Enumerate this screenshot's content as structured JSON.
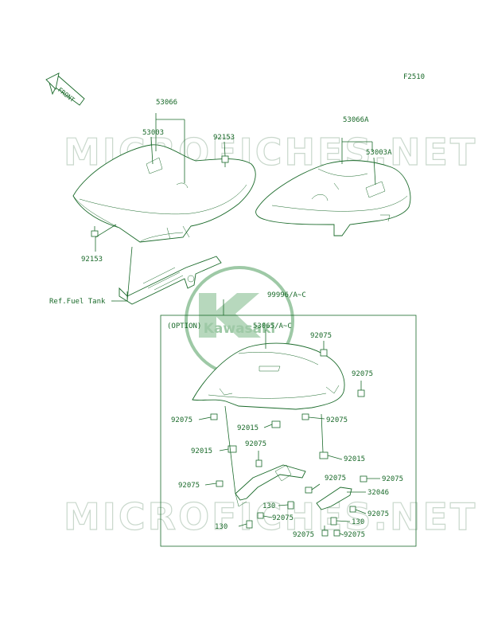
{
  "diagram_code": "F2510",
  "front_label": "FRONT",
  "watermark_text": "MICROFICHES.NET",
  "logo_text": "Kawasaki",
  "option_label": "(OPTION)",
  "colors": {
    "line": "#1a6a2a",
    "watermark": "#c9d8cc",
    "logo": "#9ec9a6"
  },
  "labels": {
    "l53066": "53066",
    "l53003": "53003",
    "l92153a": "92153",
    "l92153b": "92153",
    "l53066A": "53066A",
    "l53003A": "53003A",
    "ref_fuel": "Ref.Fuel Tank",
    "l99996": "99996/A~C",
    "l53065": "53065/A~C",
    "o92075a": "92075",
    "o92075b": "92075",
    "o92075c": "92075",
    "o92075d": "92075",
    "o92015a": "92015",
    "o92015b": "92015",
    "o92015c": "92015",
    "o92075e": "92075",
    "o92075f": "92075",
    "o92075g": "92075",
    "o92075h": "92075",
    "o32046": "32046",
    "o130a": "130",
    "o92075i": "92075",
    "o130b": "130",
    "o92075j": "92075",
    "o130c": "130",
    "o92075k": "92075",
    "o92075l": "92075"
  }
}
